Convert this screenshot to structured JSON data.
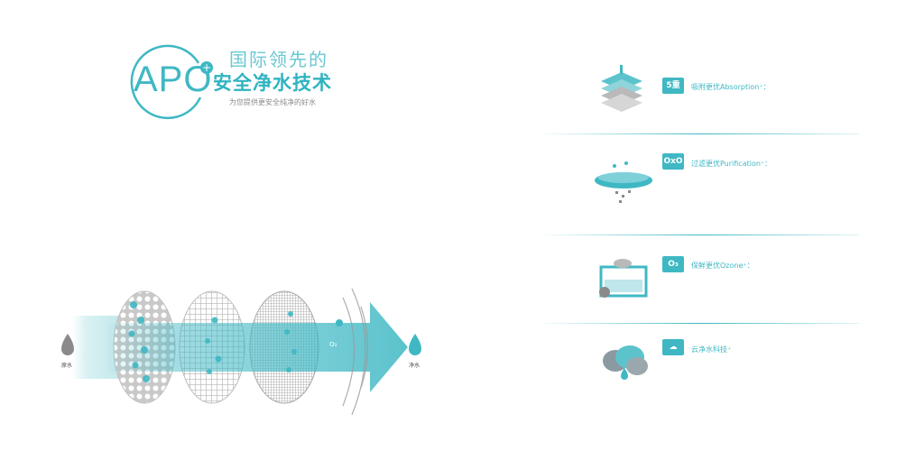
{
  "header": {
    "logo_text": "APO",
    "logo_plus": "+",
    "headline_1": "国际领先的",
    "headline_2": "安全净水技术",
    "subline": "为您提供更安全纯净的好水"
  },
  "illustration": {
    "input_label": "原水",
    "output_label": "净水",
    "ozone_label": "O₃"
  },
  "features": [
    {
      "icon_text": "5重",
      "icon_name": "five-layer-icon",
      "text": "吸附更优Absorption⁺："
    },
    {
      "icon_text": "OxO",
      "icon_name": "filter-icon",
      "text": "过滤更优Purification⁺："
    },
    {
      "icon_text": "O₃",
      "icon_name": "ozone-icon",
      "text": "保鲜更优Ozone⁺："
    },
    {
      "icon_text": "☁",
      "icon_name": "cloud-icon",
      "text": "云净水科技⁺"
    }
  ],
  "colors": {
    "accent": "#3fb8c4",
    "accent_light": "#69c8d1",
    "gray": "#8a8a8a"
  }
}
